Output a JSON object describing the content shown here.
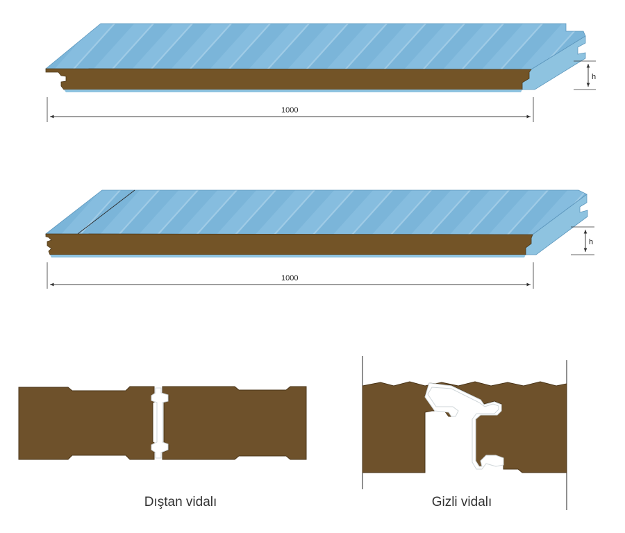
{
  "panels": [
    {
      "width_label": "1000",
      "height_label": "h"
    },
    {
      "width_label": "1000",
      "height_label": "h"
    }
  ],
  "details": {
    "left_caption": "Dıştan vidalı",
    "right_caption": "Gizli vidalı"
  },
  "colors": {
    "panel_top": "#7bb5d9",
    "panel_top_light": "#a9d3ea",
    "panel_top_rib": "#6aa7cd",
    "core": "#735427",
    "detail_core": "#6e512b",
    "steel_edge": "#8fc6e3",
    "dimension_line": "#333333"
  }
}
